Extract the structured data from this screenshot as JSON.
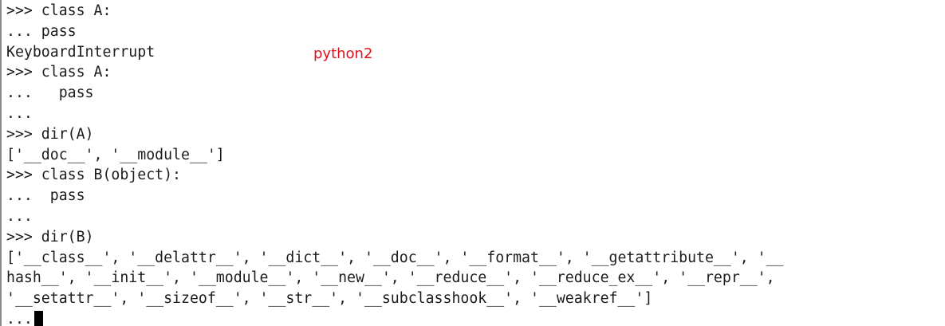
{
  "terminal": {
    "lines": [
      ">>> class A:",
      "... pass",
      "KeyboardInterrupt",
      ">>> class A:",
      "...   pass",
      "...",
      ">>> dir(A)",
      "['__doc__', '__module__']",
      ">>> class B(object):",
      "...  pass",
      "...",
      ">>> dir(B)",
      "['__class__', '__delattr__', '__dict__', '__doc__', '__format__', '__getattribute__', '__",
      "hash__', '__init__', '__module__', '__new__', '__reduce__', '__reduce_ex__', '__repr__',",
      "'__setattr__', '__sizeof__', '__str__', '__subclasshook__', '__weakref__']",
      "..."
    ]
  },
  "annotation": {
    "text": "python2",
    "color": "#e0101a"
  },
  "colors": {
    "text": "#1c1c1c",
    "background": "#ffffff",
    "cursor": "#000000"
  }
}
